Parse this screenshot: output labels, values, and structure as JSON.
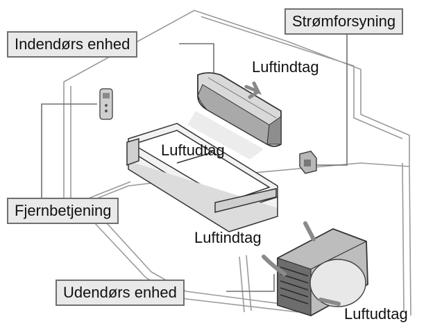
{
  "callouts": {
    "indoor_unit": "Indendørs enhed",
    "power_supply": "Strømforsyning",
    "remote_control": "Fjernbetjening",
    "outdoor_unit": "Udendørs enhed"
  },
  "labels": {
    "indoor_air_intake": "Luftindtag",
    "indoor_air_outlet": "Luftudtag",
    "outdoor_air_intake": "Luftindtag",
    "outdoor_air_outlet": "Luftudtag"
  }
}
